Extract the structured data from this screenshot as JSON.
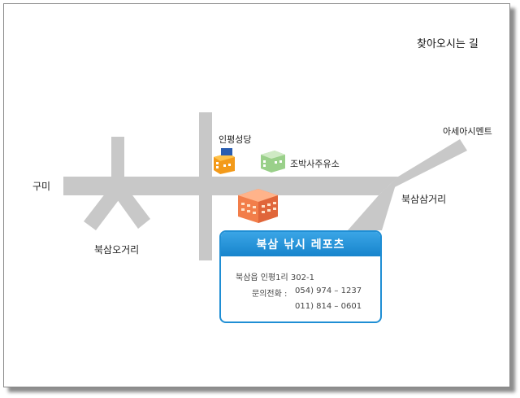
{
  "page_title": "찾아오시는 길",
  "roads": {
    "gumi": "구미",
    "asea_cement": "아세아시멘트",
    "buksam_ogeori": "북삼오거리",
    "buksam_samgeori": "북삼삼거리"
  },
  "landmarks": {
    "church": "인평성당",
    "gas_station": "조박사주유소"
  },
  "info_card": {
    "title": "북삼 낚시 레포츠",
    "address": "북삼읍  인평1리  302-1",
    "phone_label": "문의전화 :",
    "phone_1": "054) 974 – 1237",
    "phone_2": "011) 814 – 0601",
    "accent_color": "#1f8ed4"
  },
  "icons": {
    "church": "church-building-icon",
    "gas_station": "gas-station-building-icon",
    "destination": "destination-building-icon"
  }
}
